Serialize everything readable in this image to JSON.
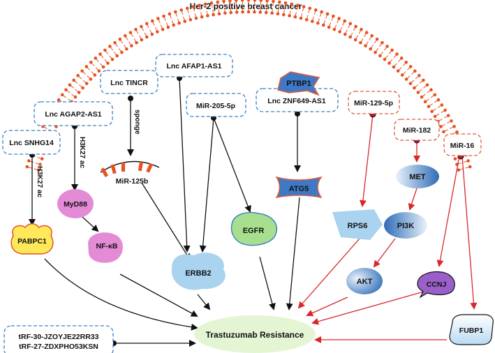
{
  "title": "Her-2 positive breast cancer",
  "nodes": {
    "lnc_snhg14": "Lnc SNHG14",
    "lnc_agap2": "Lnc AGAP2-AS1",
    "lnc_tincr": "Lnc TINCR",
    "lnc_afap1": "Lnc AFAP1-AS1",
    "mir_205": "MiR-205-5p",
    "lnc_znf649": "Lnc ZNF649-AS1",
    "ptbp1": "PTBP1",
    "mir_129": "MiR-129-5p",
    "mir_182": "MiR-182",
    "mir_16": "MiR-16",
    "pabpc1": "PABPC1",
    "myd88": "MyD88",
    "nfkb": "NF-κB",
    "mir_125b": "MiR-125b",
    "erbb2": "ERBB2",
    "egfr": "EGFR",
    "atg5": "ATG5",
    "rps6": "RPS6",
    "met": "MET",
    "pi3k": "PI3K",
    "akt": "AKT",
    "ccnj": "CCNJ",
    "fubp1": "FUBP1",
    "trf1": "tRF-30-JZOYJE22RR33",
    "trf2": "tRF-27-ZDXPHO53KSN",
    "resistance": "Trastuzumab Resistance"
  },
  "edge_labels": {
    "snhg14_h3k27": "H3K27 ac",
    "agap2_h3k27": "H3K27 ac",
    "tincr_sponge": "sponge"
  },
  "colors": {
    "dashed_blue": "#3b82c4",
    "dashed_red": "#e05a3a",
    "red_arrow": "#d9262b",
    "membrane": "#e8501f",
    "resistance_fill": "#e4f5d4",
    "pabpc1_fill": "#ffe95a",
    "pink": "#e48bd6",
    "light_blue": "#a9d3ee",
    "egfr_fill": "#a8df8e",
    "blue_grad": "#2e6cb6",
    "ccnj_fill": "#9a5fc9"
  }
}
